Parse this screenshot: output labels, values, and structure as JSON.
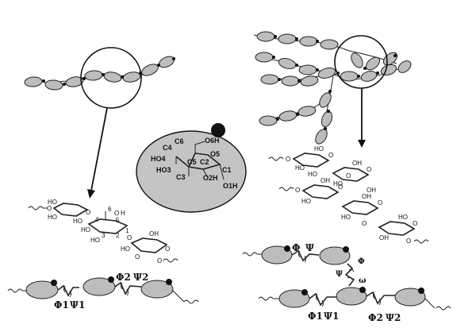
{
  "center_monomer": {
    "atom_labels": {
      "c6": "C6",
      "o6h": "O6H",
      "c4": "C4",
      "o5": "O5",
      "ho4": "HO4",
      "c5": "C5",
      "c2": "C2",
      "ho3": "HO3",
      "c1": "C1",
      "c3": "C3",
      "o2h": "O2H",
      "o1h": "O1H"
    }
  },
  "left_structure": {
    "o_top": "O",
    "ho_a": "HO",
    "ho_b": "HO",
    "ho_c": "HO",
    "o_mid": "O",
    "c6_num": "6",
    "o6h": "O",
    "h6": "H",
    "c4": "4",
    "c5": "5",
    "c1": "1",
    "c3": "3",
    "c2": "2",
    "ho_d": "HO",
    "ho_e": "HO",
    "o_low1": "O",
    "ho_f": "HO",
    "o_low2": "O",
    "o_end": "O",
    "oh_r": "OH",
    "o_r": "O"
  },
  "right_structure": {
    "oh_labels": [
      "HO",
      "HO",
      "OH",
      "HO",
      "OH",
      "HO",
      "OH",
      "HO",
      "HO",
      "OH",
      "HO",
      "OH"
    ],
    "o_labels": [
      "O",
      "O",
      "O",
      "O",
      "O",
      "O",
      "O",
      "O",
      "O",
      "O"
    ]
  },
  "torsion_labels": {
    "left_phi1": "Φ1",
    "left_psi1": "Ψ1",
    "left_phi2": "Φ2",
    "left_psi2": "Ψ2",
    "top_phi": "Φ",
    "top_psi": "Ψ",
    "branch_phi": "Φ",
    "branch_psi": "Ψ",
    "branch_omega": "ω",
    "right_phi1": "Φ1",
    "right_psi1": "Ψ1",
    "right_phi2": "Φ2",
    "right_psi2": "Ψ2"
  }
}
